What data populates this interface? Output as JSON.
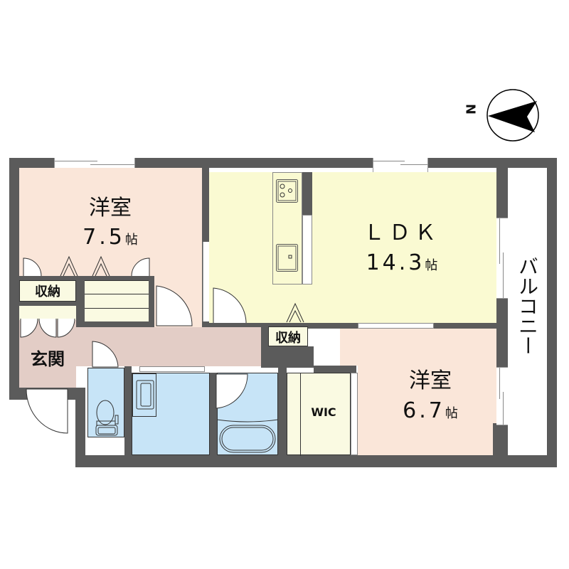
{
  "compass": {
    "label": "N",
    "direction": "west"
  },
  "rooms": {
    "western_room_1": {
      "name": "洋室",
      "area": "7.5",
      "unit": "帖"
    },
    "ldk": {
      "name": "ＬＤＫ",
      "area": "14.3",
      "unit": "帖"
    },
    "western_room_2": {
      "name": "洋室",
      "area": "6.7",
      "unit": "帖"
    },
    "storage_1": {
      "name": "収納"
    },
    "storage_2": {
      "name": "収納"
    },
    "entrance": {
      "name": "玄関"
    },
    "wic": {
      "name": "WIC"
    },
    "balcony": {
      "name": "バルコニー"
    }
  },
  "colors": {
    "wall": "#5b5b5b",
    "western_room": "#fae6d9",
    "ldk": "#fafad2",
    "hall": "#e3cdc6",
    "wet_area": "#c7e4f7",
    "storage": "#fafae2"
  }
}
